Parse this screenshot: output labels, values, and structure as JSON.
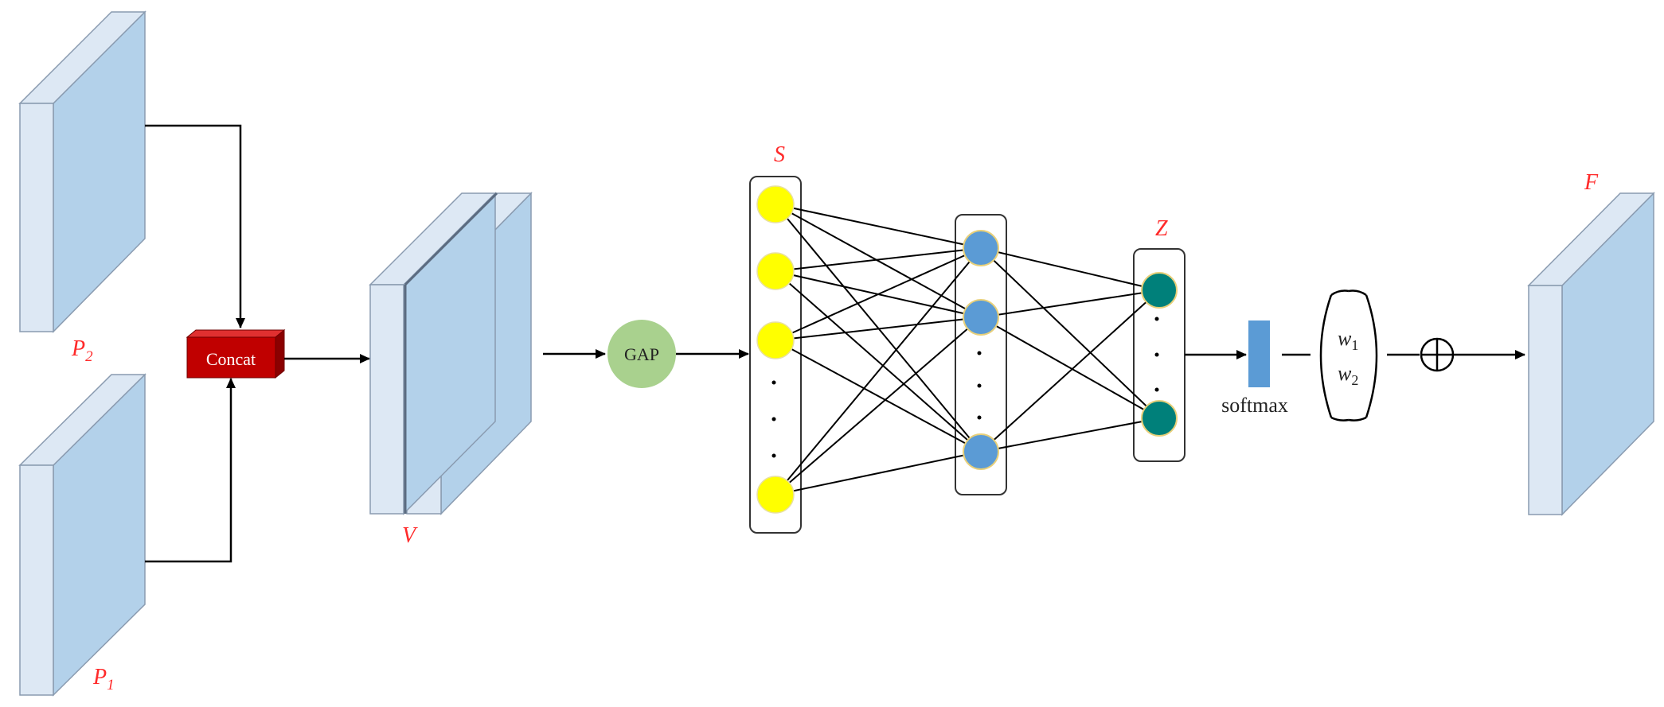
{
  "labels": {
    "p2": "P",
    "p2_sub": "2",
    "p1": "P",
    "p1_sub": "1",
    "v": "V",
    "s": "S",
    "z": "Z",
    "f": "F",
    "concat": "Concat",
    "gap": "GAP",
    "softmax": "softmax",
    "w1": "w",
    "w1_sub": "1",
    "w2": "w",
    "w2_sub": "2",
    "dot": "·"
  },
  "colors": {
    "slab_front": "#dde8f4",
    "slab_side": "#b3d1ea",
    "slab_edge": "#8a9bb0",
    "concat_front": "#c00000",
    "concat_top": "#e03030",
    "concat_side": "#8b0000",
    "gap_fill": "#a9d18e",
    "node_s": "#ffff00",
    "node_hidden": "#5b9bd5",
    "node_z": "#00807a",
    "softmax_bar": "#5b9bd5",
    "label_red": "#ff2a2a"
  },
  "icons": {
    "plus": "circled-plus-icon"
  }
}
